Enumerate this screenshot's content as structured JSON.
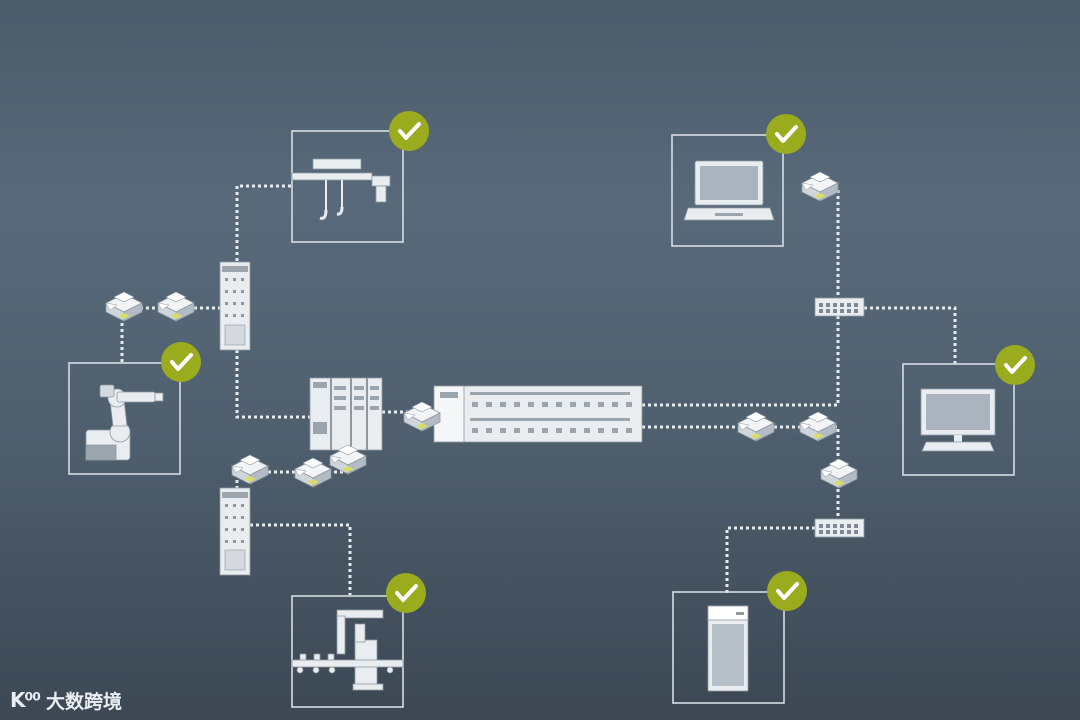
{
  "colors": {
    "box_border": "#d6dde3",
    "check_fill": "#9aab1e",
    "link": "#e6ebef",
    "device": "#e9edf0"
  },
  "nodes": [
    {
      "id": "crane",
      "icon": "overhead-crane-icon",
      "status": "check-icon"
    },
    {
      "id": "laptop",
      "icon": "laptop-icon",
      "status": "check-icon"
    },
    {
      "id": "robot-arm",
      "icon": "robot-arm-icon",
      "status": "check-icon"
    },
    {
      "id": "desktop-pc",
      "icon": "desktop-computer-icon",
      "status": "check-icon"
    },
    {
      "id": "assembly-line",
      "icon": "assembly-line-robot-icon",
      "status": "check-icon"
    },
    {
      "id": "server-cabinet",
      "icon": "server-cabinet-icon",
      "status": "check-icon"
    }
  ],
  "watermark": {
    "mark": "K⁰⁰",
    "text": "大数跨境"
  }
}
